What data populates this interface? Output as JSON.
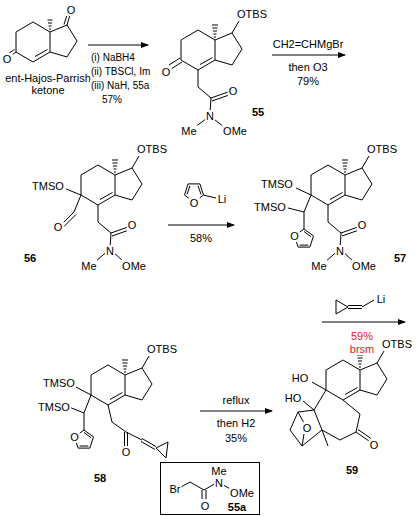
{
  "diagram": {
    "nodes": [
      {
        "text": [
          "Br",
          "O",
          "N",
          "Me",
          "OMe",
          "55a"
        ]
      }
    ],
    "labels": [
      "ent-Hajos-Parrish ketone",
      "O",
      "O",
      "(i) NaBH4",
      "(ii) TBSCl, Im",
      "(iii) NaH, 55a",
      "57%",
      "OTBS",
      "O",
      "O",
      "N",
      "Me",
      "OMe",
      "55",
      "CH2=CHMgBr",
      "then O3",
      "79%",
      "OTBS",
      "TMSO",
      "O",
      "O",
      "N",
      "Me",
      "OMe",
      "56",
      "O",
      "Li",
      "58%",
      "OTBS",
      "TMSO",
      "TMSO",
      "O",
      "O",
      "N",
      "Me",
      "OMe",
      "57",
      "Li",
      "59%",
      "brsm",
      "OTBS",
      "TMSO",
      "TMSO",
      "O",
      "O",
      "58",
      "reflux",
      "then H2",
      "35%",
      "OTBS",
      "HO",
      "HO",
      "O",
      "O",
      "59"
    ]
  }
}
